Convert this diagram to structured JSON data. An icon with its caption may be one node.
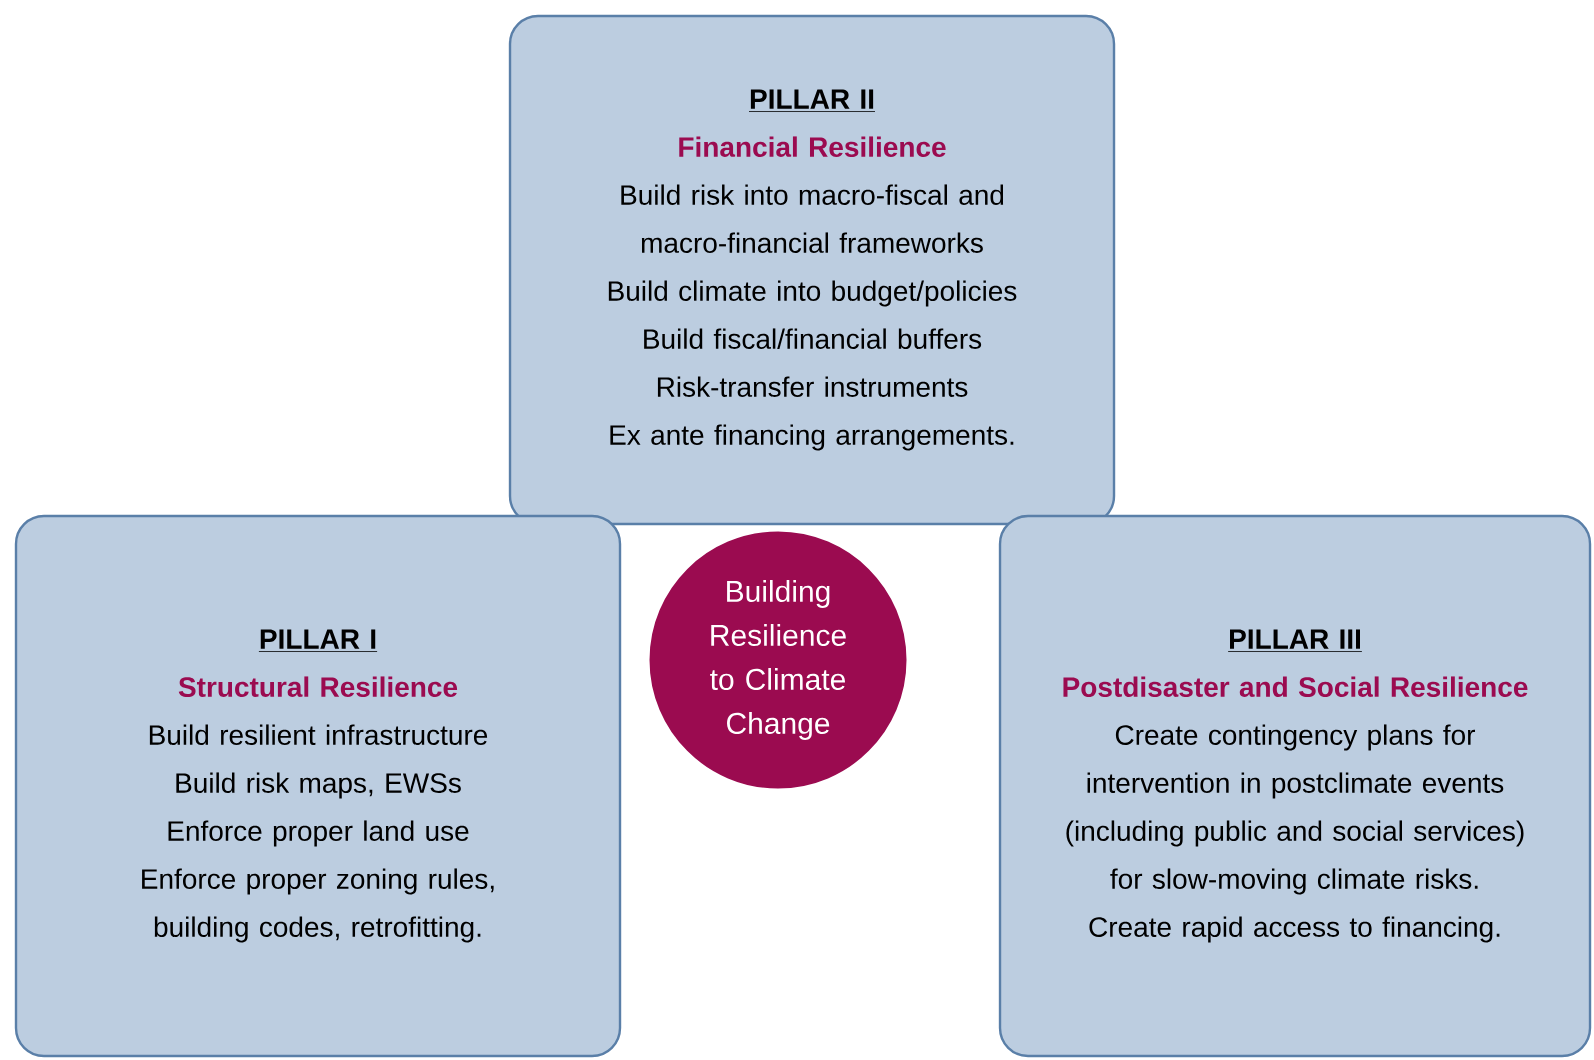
{
  "diagram": {
    "nodes": [
      {
        "text": [
          "PILLAR II",
          "Financial Resilience",
          "Build risk into macro-fiscal and macro-financial frameworks",
          "Build climate into budget/policies",
          "Build fiscal/financial buffers",
          "Risk-transfer instruments",
          "Ex ante financing arrangements."
        ]
      },
      {
        "text": [
          "PILLAR I",
          "Structural Resilience",
          "Build resilient infrastructure",
          "Build risk maps, EWSs",
          "Enforce proper land use",
          "Enforce proper zoning rules, building codes, retrofitting."
        ]
      },
      {
        "text": [
          "Building Resilience to Climate Change"
        ]
      },
      {
        "text": [
          "PILLAR III",
          "Postdisaster and Social Resilience",
          "Create contingency plans for intervention in postclimate events (including public and social services) for slow-moving climate risks.",
          "Create rapid access to financing."
        ]
      }
    ]
  }
}
